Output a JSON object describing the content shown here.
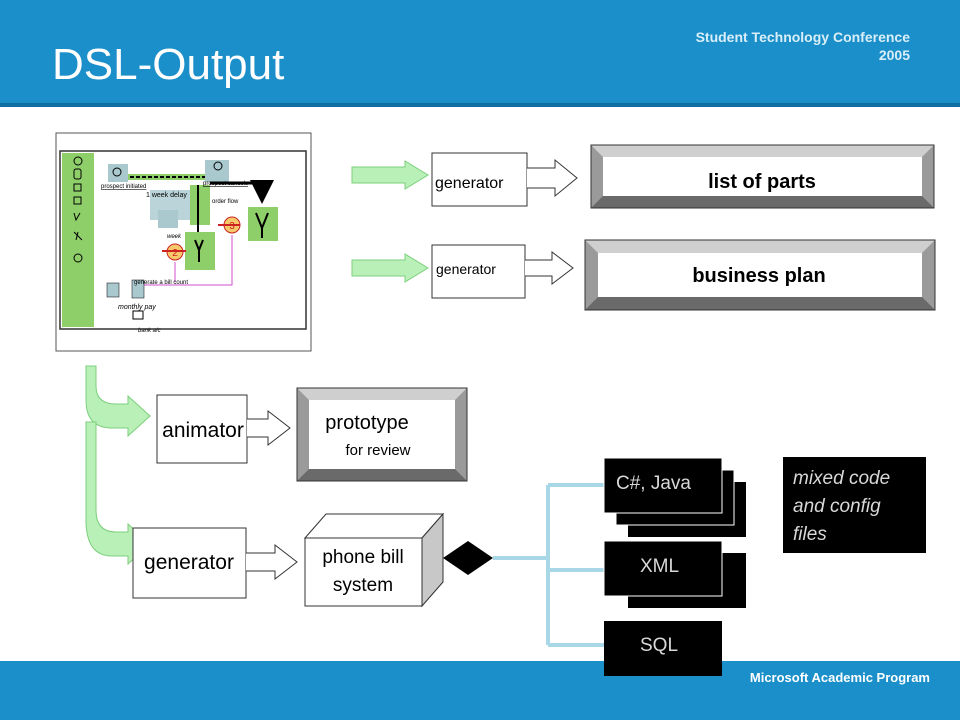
{
  "header": {
    "title": "DSL-Output",
    "conference": "Student Technology Conference",
    "year": "2005"
  },
  "footer": {
    "program": "Microsoft Academic Program"
  },
  "model_thumbnail": {
    "labels": [
      "prospect initiated",
      "1 week delay",
      "prospect cancels",
      "order flow",
      "week",
      "generate a bill count",
      "monthly pay",
      "bank a/c"
    ],
    "node_numbers": [
      "2",
      "3"
    ]
  },
  "boxes": {
    "generator_top": "generator",
    "generator_mid": "generator",
    "list_of_parts": "list of parts",
    "business_plan": "business plan",
    "animator": "animator",
    "prototype": "prototype",
    "prototype_sub": "for review",
    "generator_bottom": "generator",
    "phone_bill_line1": "phone bill",
    "phone_bill_line2": "system",
    "code_csharp_java": "C#, Java",
    "code_xml": "XML",
    "code_sql": "SQL",
    "mixed_line1": "mixed code",
    "mixed_line2": "and config",
    "mixed_line3": "files"
  },
  "colors": {
    "header_blue": "#1a8fc9",
    "arrow_green": "#b8f0b8",
    "connector_cyan": "#a8d8e8",
    "dark_box": "#000000"
  }
}
